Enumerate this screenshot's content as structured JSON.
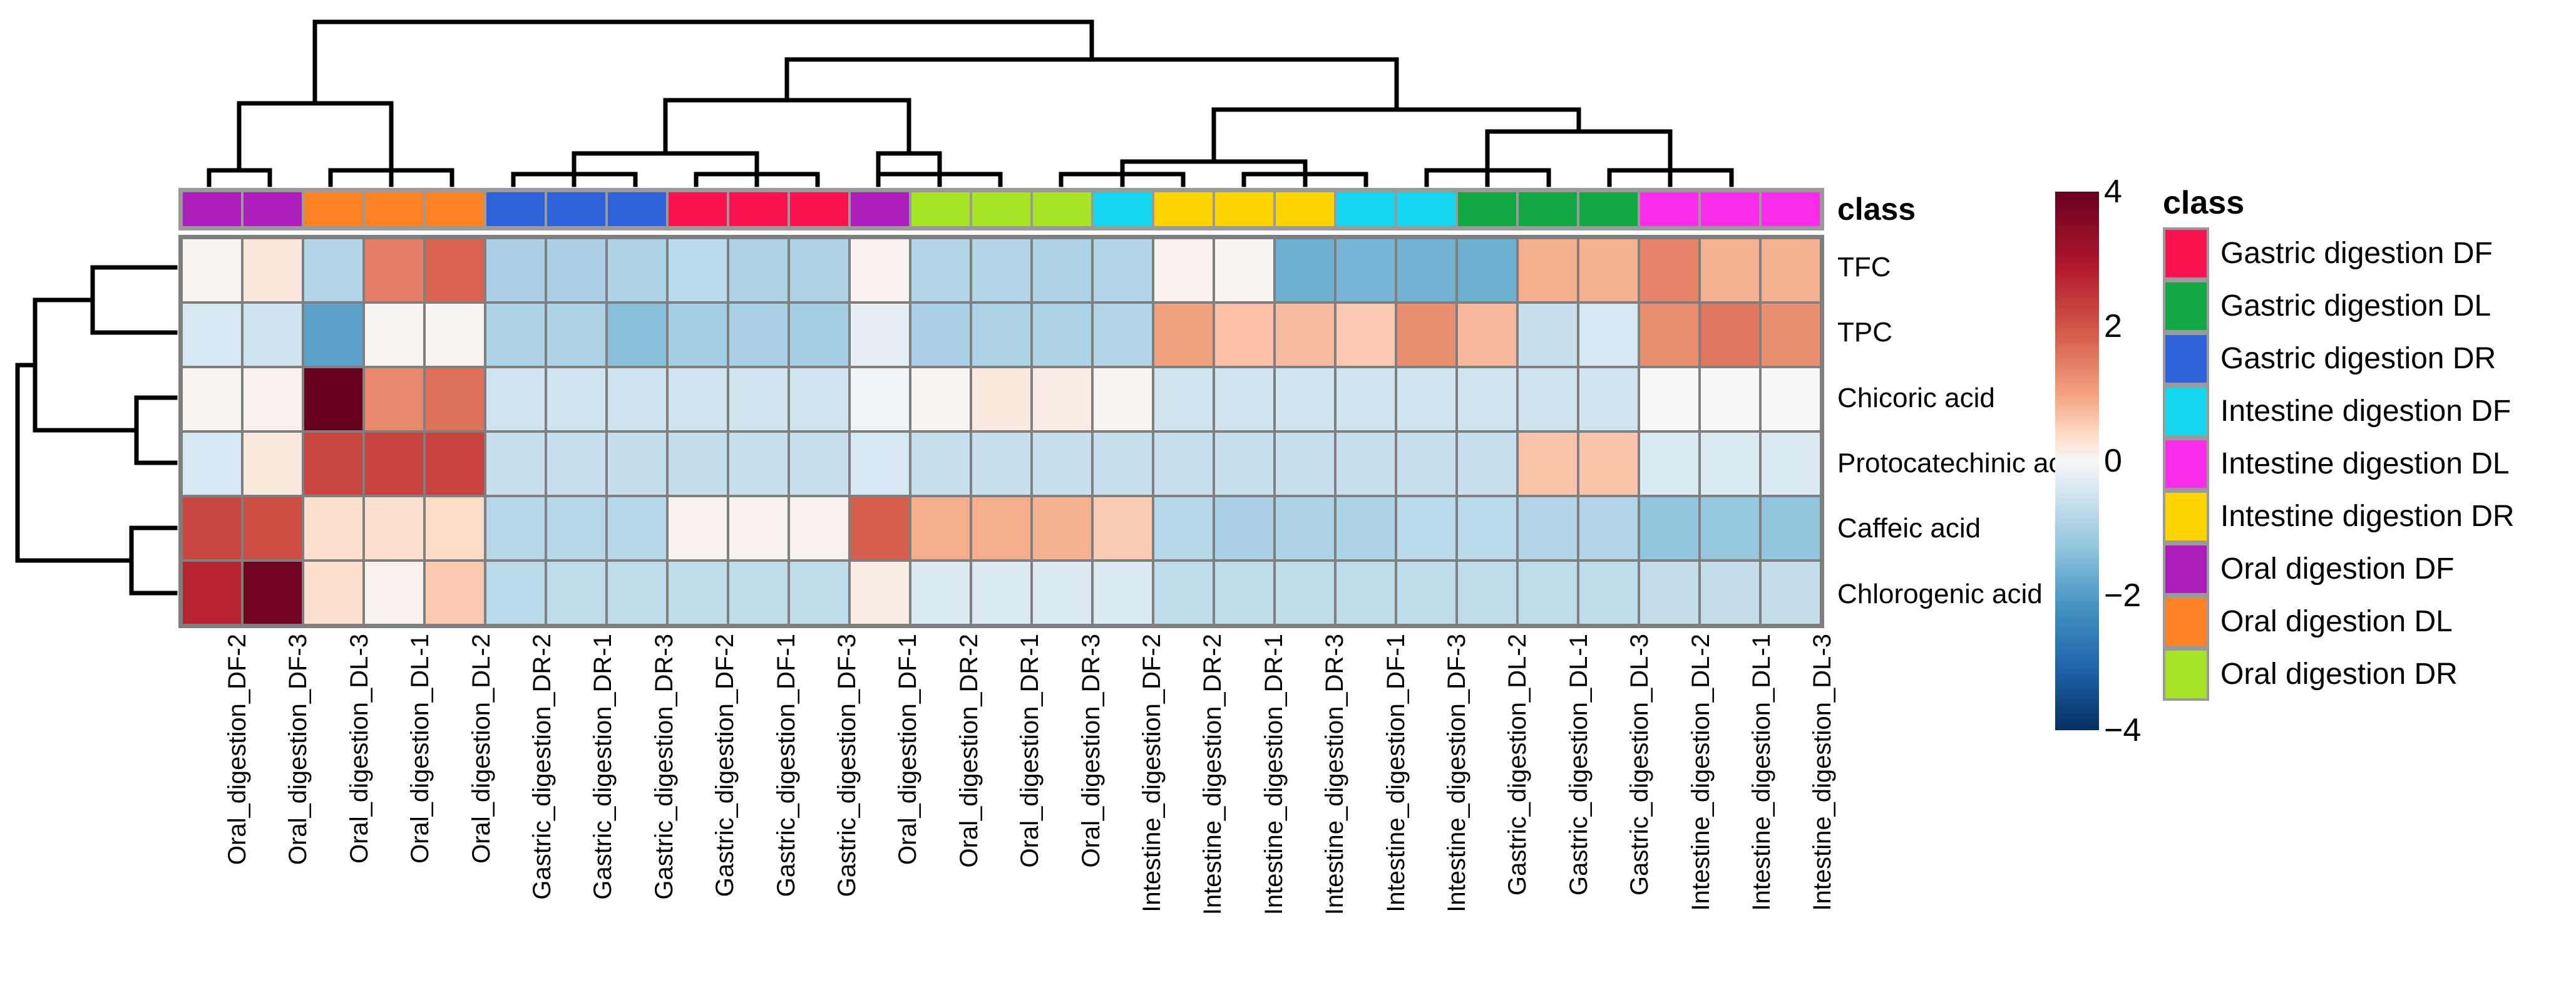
{
  "figure": {
    "type": "clustermap",
    "class_strip_label": "class"
  },
  "colorbar": {
    "ticks": [
      "4",
      "2",
      "0",
      "−2",
      "−4"
    ],
    "vmin": -4,
    "vmax": 4,
    "colors": {
      "high": "#67001f",
      "mid": "#f7f7f7",
      "low": "#053061"
    }
  },
  "legend": {
    "title": "class",
    "items": [
      {
        "label": "Gastric digestion DF",
        "color": "#fa1250"
      },
      {
        "label": "Gastric digestion DL",
        "color": "#11a843"
      },
      {
        "label": "Gastric digestion DR",
        "color": "#2f62d8"
      },
      {
        "label": "Intestine digestion DF",
        "color": "#14d6ee"
      },
      {
        "label": "Intestine digestion DL",
        "color": "#f92cea"
      },
      {
        "label": "Intestine digestion DR",
        "color": "#fdd400"
      },
      {
        "label": "Oral digestion DF",
        "color": "#ac1ebb"
      },
      {
        "label": "Oral digestion DL",
        "color": "#fb8122"
      },
      {
        "label": "Oral digestion DR",
        "color": "#a6e425"
      }
    ]
  },
  "chart_data": {
    "type": "heatmap",
    "title": "",
    "xlabel": "",
    "ylabel": "",
    "zlim": [
      -4,
      4
    ],
    "colorbar_ticks": [
      4,
      2,
      0,
      -2,
      -4
    ],
    "rows": [
      "TFC",
      "TPC",
      "Chicoric acid",
      "Protocatechinic ac",
      "Caffeic acid",
      "Chlorogenic acid"
    ],
    "columns": [
      "Oral_digestion_DF-2",
      "Oral_digestion_DF-3",
      "Oral_digestion_DL-3",
      "Oral_digestion_DL-1",
      "Oral_digestion_DL-2",
      "Gastric_digestion_DR-2",
      "Gastric_digestion_DR-1",
      "Gastric_digestion_DR-3",
      "Gastric_digestion_DF-2",
      "Gastric_digestion_DF-1",
      "Gastric_digestion_DF-3",
      "Oral_digestion_DF-1",
      "Oral_digestion_DR-2",
      "Oral_digestion_DR-1",
      "Oral_digestion_DR-3",
      "Intestine_digestion_DF-2",
      "Intestine_digestion_DR-2",
      "Intestine_digestion_DR-1",
      "Intestine_digestion_DR-3",
      "Intestine_digestion_DF-1",
      "Intestine_digestion_DF-3",
      "Gastric_digestion_DL-2",
      "Gastric_digestion_DL-1",
      "Gastric_digestion_DL-3",
      "Intestine_digestion_DL-2",
      "Intestine_digestion_DL-1",
      "Intestine_digestion_DL-3"
    ],
    "column_classes": [
      "Oral digestion DF",
      "Oral digestion DF",
      "Oral digestion DL",
      "Oral digestion DL",
      "Oral digestion DL",
      "Gastric digestion DR",
      "Gastric digestion DR",
      "Gastric digestion DR",
      "Gastric digestion DF",
      "Gastric digestion DF",
      "Gastric digestion DF",
      "Oral digestion DF",
      "Oral digestion DR",
      "Oral digestion DR",
      "Oral digestion DR",
      "Intestine digestion DF",
      "Intestine digestion DR",
      "Intestine digestion DR",
      "Intestine digestion DR",
      "Intestine digestion DF",
      "Intestine digestion DF",
      "Gastric digestion DL",
      "Gastric digestion DL",
      "Gastric digestion DL",
      "Intestine digestion DL",
      "Intestine digestion DL",
      "Intestine digestion DL"
    ],
    "values": [
      [
        0.05,
        0.3,
        -0.85,
        1.65,
        1.95,
        -0.95,
        -0.95,
        -0.9,
        -0.75,
        -0.9,
        -0.9,
        0.1,
        -0.85,
        -0.85,
        -0.9,
        -0.85,
        0.1,
        0.05,
        -1.55,
        -1.45,
        -1.5,
        -1.55,
        1.1,
        1.05,
        1.6,
        1.05,
        1.05
      ],
      [
        -0.45,
        -0.55,
        -1.75,
        0.05,
        0.05,
        -0.9,
        -0.9,
        -1.3,
        -1.0,
        -0.95,
        -1.0,
        -0.25,
        -0.95,
        -0.9,
        -0.9,
        -0.85,
        1.25,
        0.85,
        0.9,
        0.75,
        1.45,
        0.95,
        -0.6,
        -0.45,
        1.45,
        1.75,
        1.45
      ],
      [
        0.05,
        0.1,
        4.0,
        1.55,
        1.8,
        -0.5,
        -0.5,
        -0.55,
        -0.5,
        -0.5,
        -0.5,
        -0.1,
        0.05,
        0.25,
        0.2,
        0.05,
        -0.5,
        -0.5,
        -0.5,
        -0.5,
        -0.5,
        -0.5,
        -0.55,
        -0.5,
        0.0,
        0.0,
        0.0
      ],
      [
        -0.45,
        0.25,
        2.35,
        2.4,
        2.4,
        -0.6,
        -0.6,
        -0.65,
        -0.65,
        -0.6,
        -0.6,
        -0.45,
        -0.6,
        -0.6,
        -0.6,
        -0.6,
        -0.6,
        -0.6,
        -0.6,
        -0.6,
        -0.6,
        -0.6,
        0.8,
        0.8,
        -0.35,
        -0.35,
        -0.35
      ],
      [
        2.35,
        2.25,
        0.45,
        0.45,
        0.5,
        -0.8,
        -0.8,
        -0.8,
        0.1,
        0.1,
        0.1,
        2.0,
        1.1,
        1.1,
        1.05,
        0.7,
        -0.8,
        -0.95,
        -0.9,
        -0.9,
        -0.75,
        -0.75,
        -0.85,
        -0.85,
        -1.2,
        -1.15,
        -1.2
      ],
      [
        2.85,
        3.85,
        0.45,
        0.1,
        0.75,
        -0.75,
        -0.7,
        -0.7,
        -0.7,
        -0.7,
        -0.7,
        0.2,
        -0.35,
        -0.35,
        -0.35,
        -0.35,
        -0.7,
        -0.7,
        -0.7,
        -0.7,
        -0.7,
        -0.7,
        -0.7,
        -0.7,
        -0.65,
        -0.65,
        -0.65
      ]
    ]
  }
}
